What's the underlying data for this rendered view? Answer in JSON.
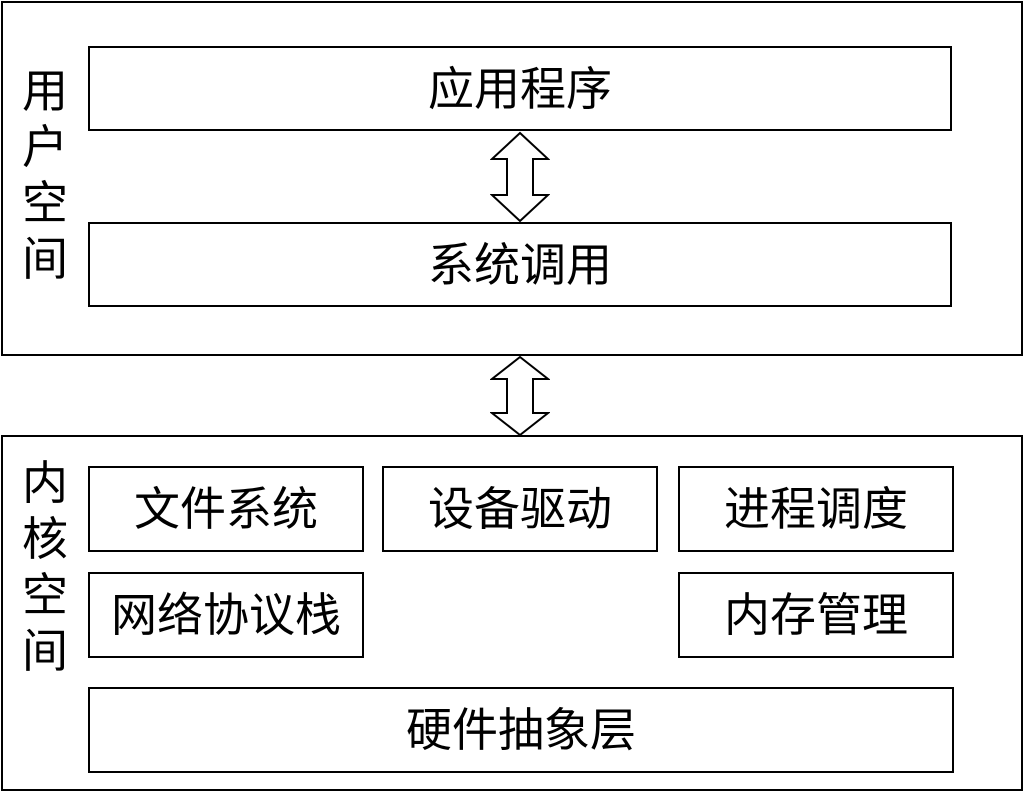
{
  "user_space": {
    "label": "用户空间",
    "app_box": "应用程序",
    "syscall_box": "系统调用"
  },
  "kernel_space": {
    "label": "内核空间",
    "file_system": "文件系统",
    "device_driver": "设备驱动",
    "process_scheduling": "进程调度",
    "network_stack": "网络协议栈",
    "memory_management": "内存管理",
    "hal": "硬件抽象层"
  },
  "icons": {
    "arrow_app_syscall": "double-vertical-arrow-icon",
    "arrow_user_kernel": "double-vertical-arrow-icon"
  }
}
